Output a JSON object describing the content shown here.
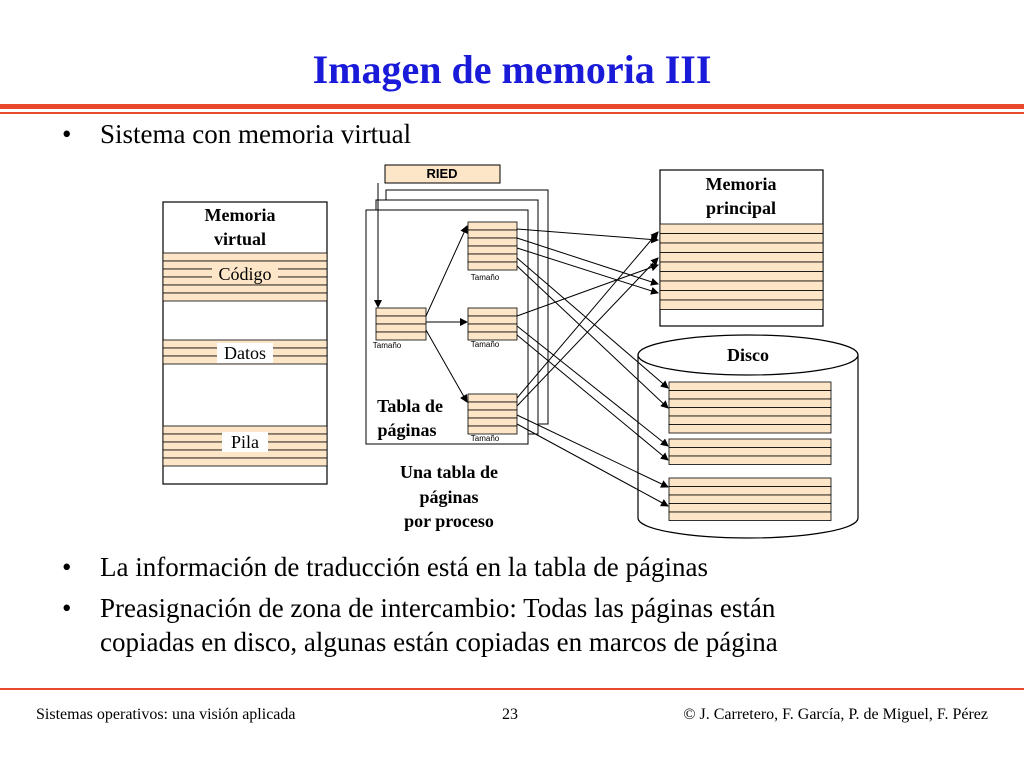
{
  "title": "Imagen de memoria III",
  "bullets": {
    "top": "Sistema con memoria virtual",
    "b1": "La información de traducción está en la tabla de páginas",
    "b2_line1": "Preasignación de zona de intercambio: Todas las páginas están",
    "b2_line2": "copiadas en disco, algunas están copiadas en marcos de página"
  },
  "diagram": {
    "virtual_memory": {
      "line1": "Memoria",
      "line2": "virtual",
      "segments": [
        "Código",
        "Datos",
        "Pila"
      ]
    },
    "ried": "RIED",
    "size_label": "Tamaño",
    "page_table": {
      "line1": "Tabla de",
      "line2": "páginas"
    },
    "caption": {
      "line1": "Una tabla de",
      "line2": "páginas",
      "line3": "por proceso"
    },
    "main_memory": {
      "line1": "Memoria",
      "line2": "principal"
    },
    "disk": "Disco"
  },
  "footer": {
    "left": "Sistemas operativos: una visión aplicada",
    "page": "23",
    "right": "© J. Carretero, F. García, P. de Miguel, F. Pérez"
  },
  "colors": {
    "title": "#1a1ad9",
    "accent": "#e8482c",
    "page_fill": "#fde5c8"
  }
}
